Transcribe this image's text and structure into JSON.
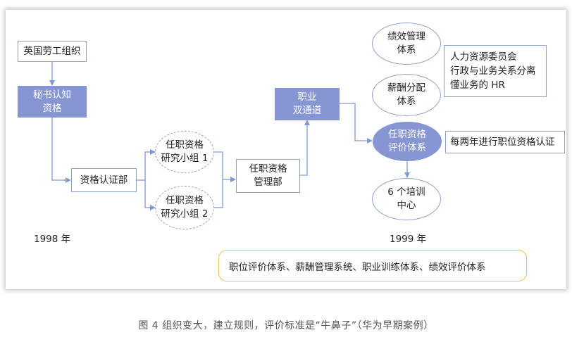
{
  "nodes": {
    "uk_labor": "英国劳工组织",
    "secretary_cert": "秘书认知\n资格",
    "qual_dept": "资格认证部",
    "research_group_1": "任职资格\n研究小组 1",
    "research_group_2": "任职资格\n研究小组 2",
    "qual_mgmt": "任职资格\n管理部",
    "dual_channel": "职业\n双通道",
    "perf_system": "绩效管理\n体系",
    "salary_system": "薪酬分配\n体系",
    "eval_system": "任职资格\n评价体系",
    "training_center": "6 个培训\n中心",
    "hr_note": "人力资源委员会\n行政与业务关系分离\n懂业务的 HR",
    "biennial_note": "每两年进行职位资格认证"
  },
  "labels": {
    "year_1998": "1998 年",
    "year_1999": "1999 年",
    "systems_summary": "职位评价体系、薪酬管理系统、职业训练体系、绩效评价体系"
  },
  "caption": "图 4   组织变大，建立规则，评价标准是“牛鼻子”（华为早期案例）",
  "colors": {
    "accent_fill": "#8696d2",
    "line": "#8fa3c9",
    "arrow": "#7f9bd0",
    "pill_border": "#f0c060"
  }
}
